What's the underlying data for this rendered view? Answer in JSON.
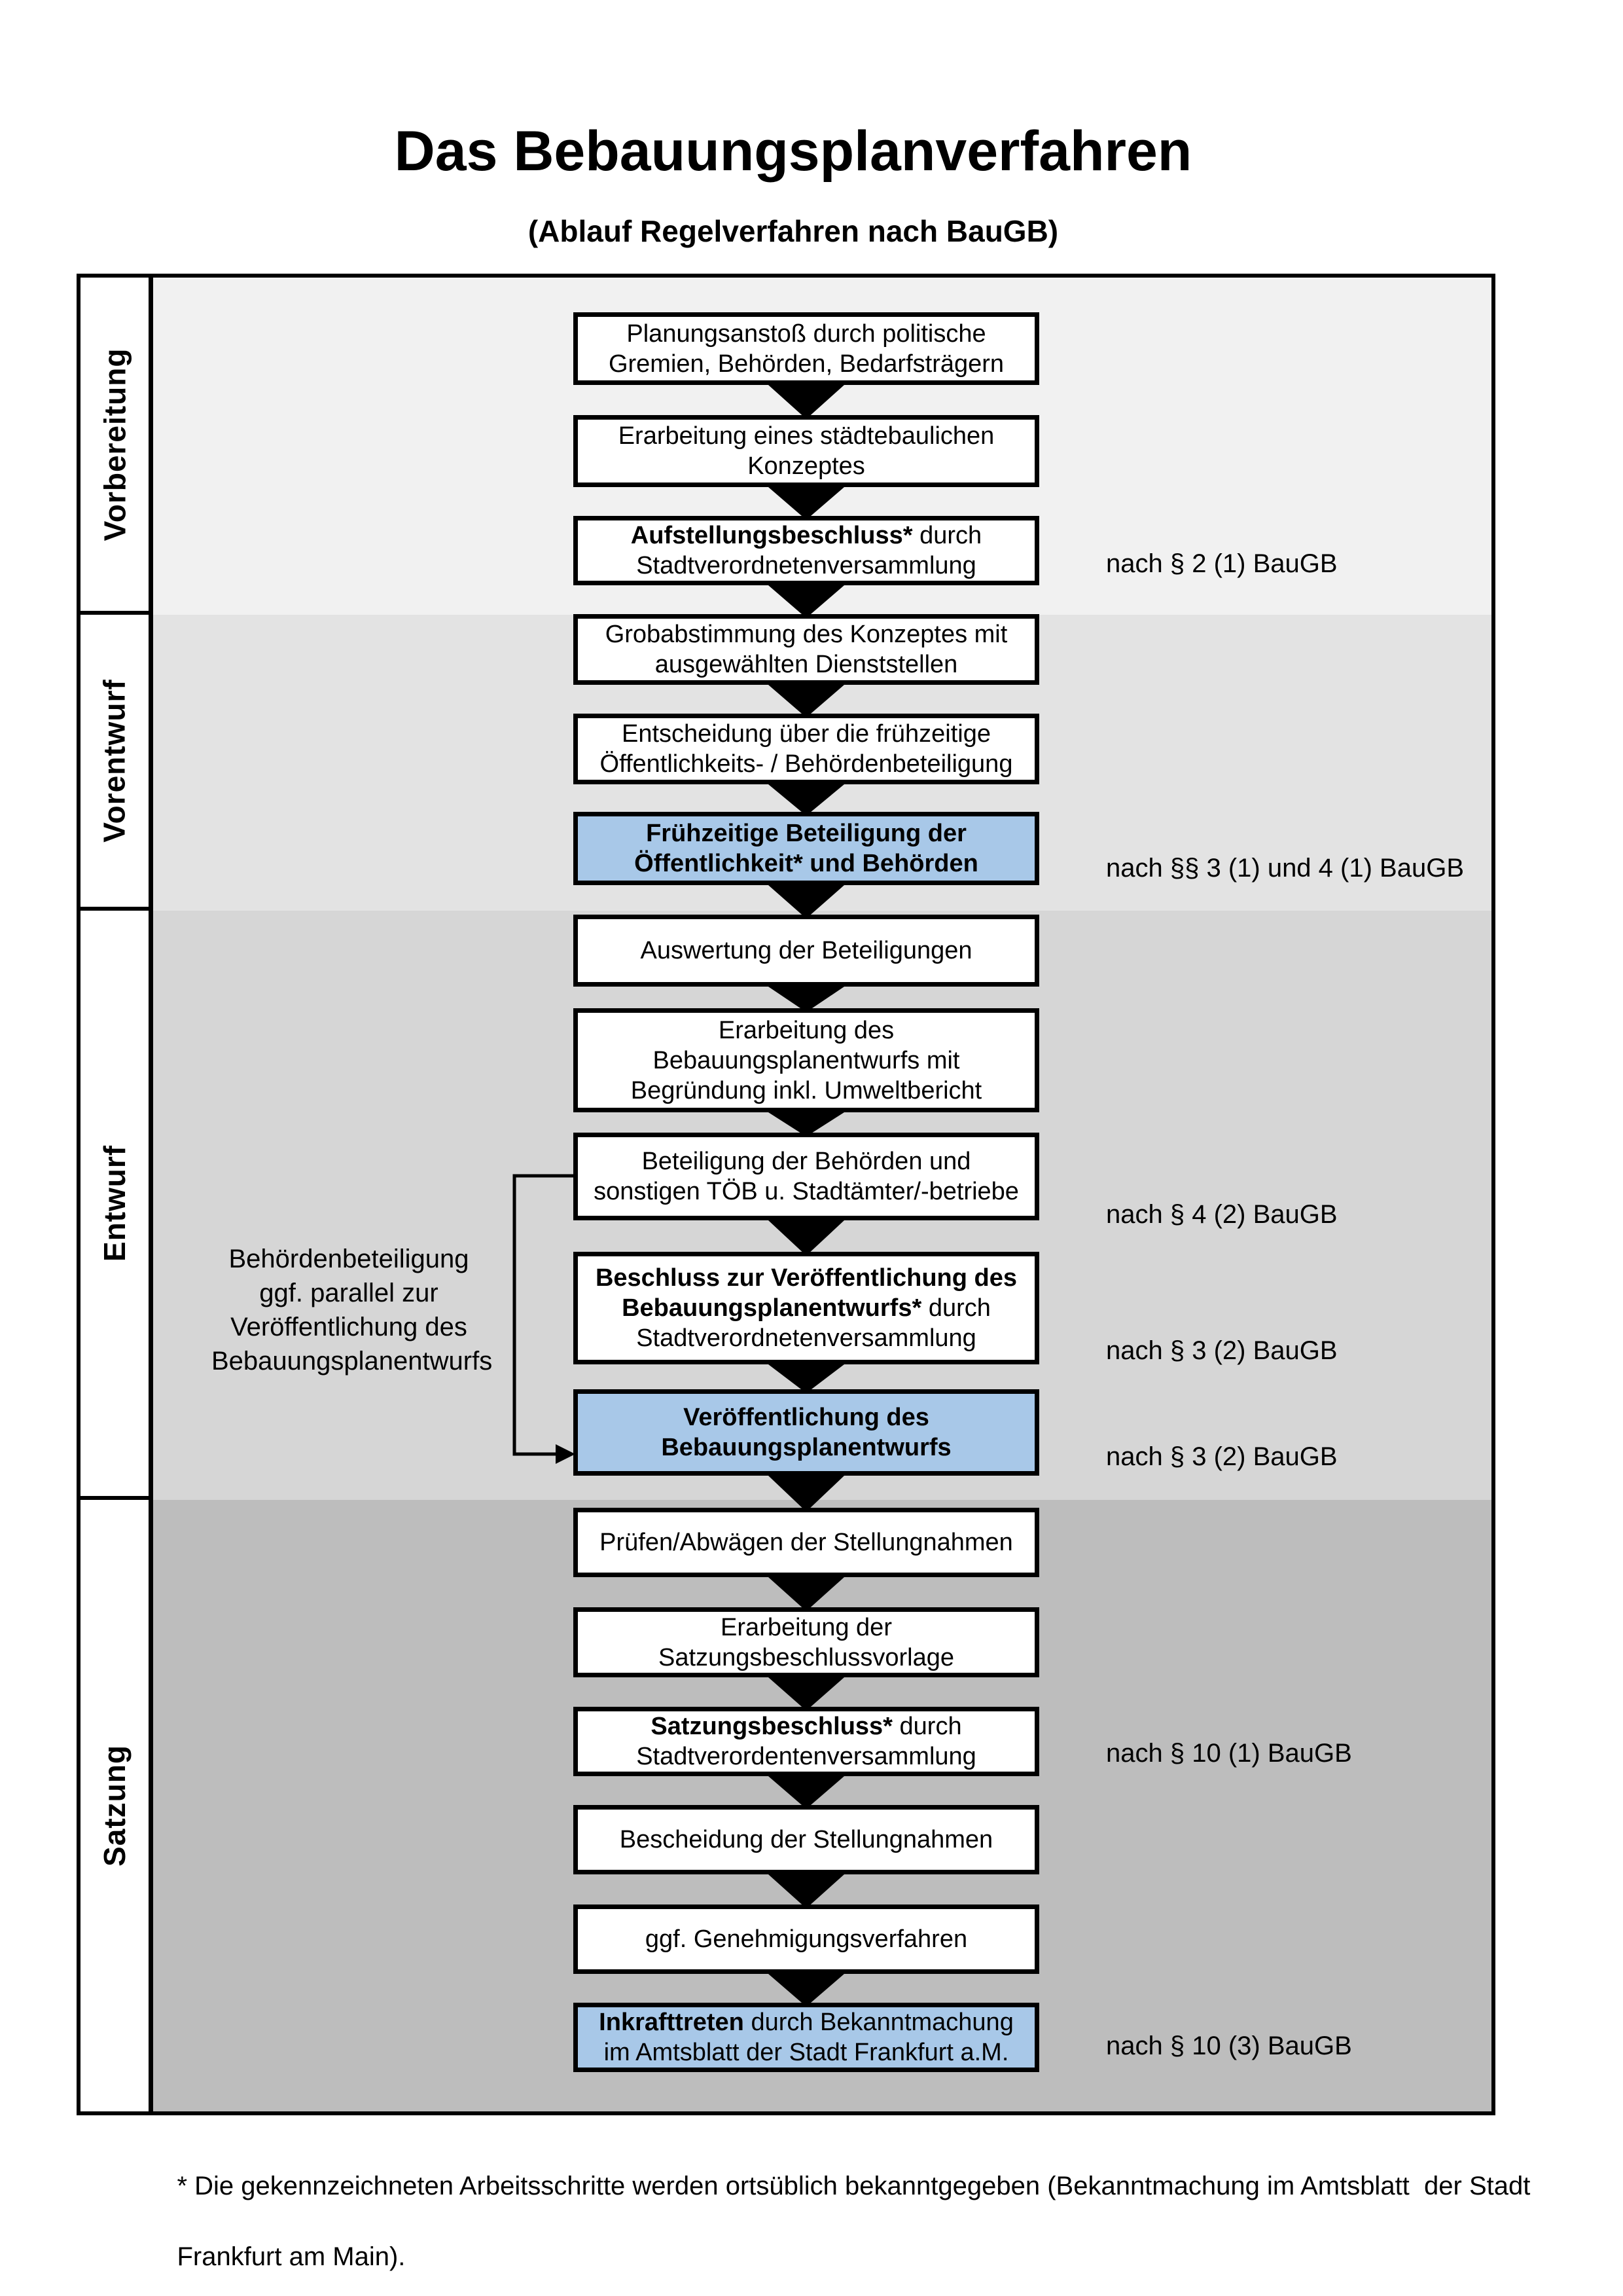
{
  "title": "Das Bebauungsplanverfahren",
  "subtitle": "(Ablauf Regelverfahren nach BauGB)",
  "colors": {
    "highlight_blue": "#a8c8e8",
    "phase_bg_vorbereitung": "#f1f1f1",
    "phase_bg_vorentwurf": "#e3e3e3",
    "phase_bg_entwurf": "#d6d6d6",
    "phase_bg_satzung": "#bdbdbd"
  },
  "phases": [
    {
      "label": "Vorbereitung"
    },
    {
      "label": "Vorentwurf"
    },
    {
      "label": "Entwurf"
    },
    {
      "label": "Satzung"
    }
  ],
  "steps": [
    {
      "lines": [
        [
          {
            "t": "Planungsanstoß durch politische",
            "b": false
          }
        ],
        [
          {
            "t": "Gremien, Behörden, Bedarfsträgern",
            "b": false
          }
        ]
      ]
    },
    {
      "lines": [
        [
          {
            "t": "Erarbeitung eines städtebaulichen",
            "b": false
          }
        ],
        [
          {
            "t": "Konzeptes",
            "b": false
          }
        ]
      ]
    },
    {
      "lines": [
        [
          {
            "t": "Aufstellungsbeschluss*",
            "b": true
          },
          {
            "t": " durch",
            "b": false
          }
        ],
        [
          {
            "t": "Stadtverordnetenversammlung",
            "b": false
          }
        ]
      ]
    },
    {
      "lines": [
        [
          {
            "t": "Grobabstimmung des Konzeptes mit",
            "b": false
          }
        ],
        [
          {
            "t": "ausgewählten Dienststellen",
            "b": false
          }
        ]
      ]
    },
    {
      "lines": [
        [
          {
            "t": "Entscheidung über die frühzeitige",
            "b": false
          }
        ],
        [
          {
            "t": "Öffentlichkeits- / Behördenbeteiligung",
            "b": false
          }
        ]
      ]
    },
    {
      "lines": [
        [
          {
            "t": "Frühzeitige Beteiligung der",
            "b": true
          }
        ],
        [
          {
            "t": "Öffentlichkeit* und Behörden",
            "b": true
          }
        ]
      ]
    },
    {
      "lines": [
        [
          {
            "t": "Auswertung der Beteiligungen",
            "b": false
          }
        ]
      ]
    },
    {
      "lines": [
        [
          {
            "t": "Erarbeitung des",
            "b": false
          }
        ],
        [
          {
            "t": "Bebauungsplanentwurfs mit",
            "b": false
          }
        ],
        [
          {
            "t": "Begründung inkl. Umweltbericht",
            "b": false
          }
        ]
      ]
    },
    {
      "lines": [
        [
          {
            "t": "Beteiligung der Behörden und",
            "b": false
          }
        ],
        [
          {
            "t": "sonstigen TÖB u. Stadtämter/-betriebe",
            "b": false
          }
        ]
      ]
    },
    {
      "lines": [
        [
          {
            "t": "Beschluss zur Veröffentlichung des",
            "b": true
          }
        ],
        [
          {
            "t": "Bebauungsplanentwurfs*",
            "b": true
          },
          {
            "t": " durch",
            "b": false
          }
        ],
        [
          {
            "t": "Stadtverordnetenversammlung",
            "b": false
          }
        ]
      ]
    },
    {
      "lines": [
        [
          {
            "t": "Veröffentlichung des",
            "b": true
          }
        ],
        [
          {
            "t": "Bebauungsplanentwurfs",
            "b": true
          }
        ]
      ]
    },
    {
      "lines": [
        [
          {
            "t": "Prüfen/Abwägen der Stellungnahmen",
            "b": false
          }
        ]
      ]
    },
    {
      "lines": [
        [
          {
            "t": "Erarbeitung der",
            "b": false
          }
        ],
        [
          {
            "t": "Satzungsbeschlussvorlage",
            "b": false
          }
        ]
      ]
    },
    {
      "lines": [
        [
          {
            "t": "Satzungsbeschluss*",
            "b": true
          },
          {
            "t": " durch",
            "b": false
          }
        ],
        [
          {
            "t": "Stadtverordentenversammlung",
            "b": false
          }
        ]
      ]
    },
    {
      "lines": [
        [
          {
            "t": "Bescheidung der Stellungnahmen",
            "b": false
          }
        ]
      ]
    },
    {
      "lines": [
        [
          {
            "t": "ggf. Genehmigungsverfahren",
            "b": false
          }
        ]
      ]
    },
    {
      "lines": [
        [
          {
            "t": "Inkrafttreten",
            "b": true
          },
          {
            "t": " durch Bekanntmachung",
            "b": false
          }
        ],
        [
          {
            "t": "im Amtsblatt der Stadt Frankfurt a.M.",
            "b": false
          }
        ]
      ]
    }
  ],
  "legal_refs": [
    {
      "text": "nach § 2 (1) BauGB"
    },
    {
      "text": "nach §§ 3 (1) und 4 (1) BauGB"
    },
    {
      "text": "nach § 4 (2) BauGB"
    },
    {
      "text": "nach § 3 (2) BauGB"
    },
    {
      "text": "nach § 3 (2) BauGB"
    },
    {
      "text": "nach § 10 (1) BauGB"
    },
    {
      "text": "nach § 10 (3) BauGB"
    }
  ],
  "side_note": {
    "lines": [
      [
        {
          "t": "Behördenbeteiligung",
          "b": false
        }
      ],
      [
        {
          "t": "ggf. parallel zur",
          "b": false
        }
      ],
      [
        {
          "t": "Veröffentlichung des",
          "b": false
        }
      ],
      [
        {
          "t": "Bebauungsplanentwurfs",
          "b": false
        }
      ]
    ]
  },
  "footnote": {
    "line1": "* Die gekennzeichneten Arbeitsschritte werden ortsüblich bekanntgegeben (Bekanntmachung im Amtsblatt  der Stadt",
    "line2": "Frankfurt am Main)."
  }
}
